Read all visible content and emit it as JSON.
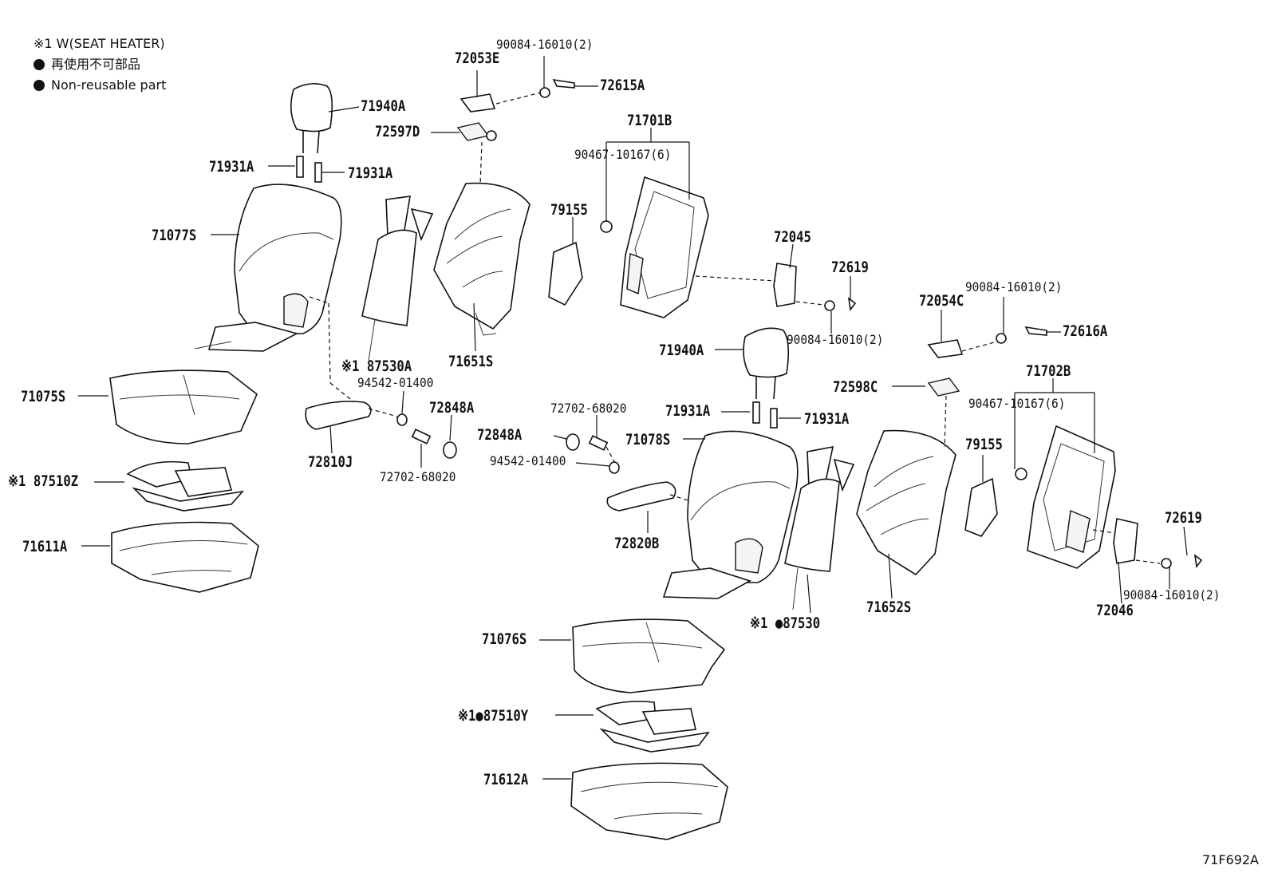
{
  "legend": {
    "heater_note": "※1  W(SEAT HEATER)",
    "non_reusable_ja": "再使用不可部品",
    "non_reusable_en": "Non-reusable part"
  },
  "diagram_code": "71F692A",
  "labels": {
    "p90084_top": "90084-16010(2)",
    "p72053E": "72053E",
    "p72615A": "72615A",
    "p71940A_left": "71940A",
    "p72597D": "72597D",
    "p71701B": "71701B",
    "p90467_left": "90467-10167(6)",
    "p71931A_l1": "71931A",
    "p71931A_l2": "71931A",
    "p71077S": "71077S",
    "p79155_left": "79155",
    "p72045": "72045",
    "p72619_top": "72619",
    "p90084_mid": "90084-16010(2)",
    "p72054C": "72054C",
    "p90084_right": "90084-16010(2)",
    "p72616A": "72616A",
    "p87530A": "※1 87530A",
    "p71651S": "71651S",
    "p71940A_right": "71940A",
    "p71702B": "71702B",
    "p94542_top": "94542-01400",
    "p71075S": "71075S",
    "p72848A_top": "72848A",
    "p72702_top": "72702-68020",
    "p72598C": "72598C",
    "p90467_right": "90467-10167(6)",
    "p72848A_mid": "72848A",
    "p71931A_r1": "71931A",
    "p71931A_r2": "71931A",
    "p71078S": "71078S",
    "p79155_right": "79155",
    "p72810J": "72810J",
    "p94542_mid": "94542-01400",
    "p72702_bottom": "72702-68020",
    "p87510Z": "※1 87510Z",
    "p72619_right": "72619",
    "p72820B": "72820B",
    "p71611A": "71611A",
    "p90084_bottom": "90084-16010(2)",
    "p71652S": "71652S",
    "p72046": "72046",
    "p87530": "※1 ●87530",
    "p71076S": "71076S",
    "p87510Y": "※1●87510Y",
    "p71612A": "71612A"
  }
}
